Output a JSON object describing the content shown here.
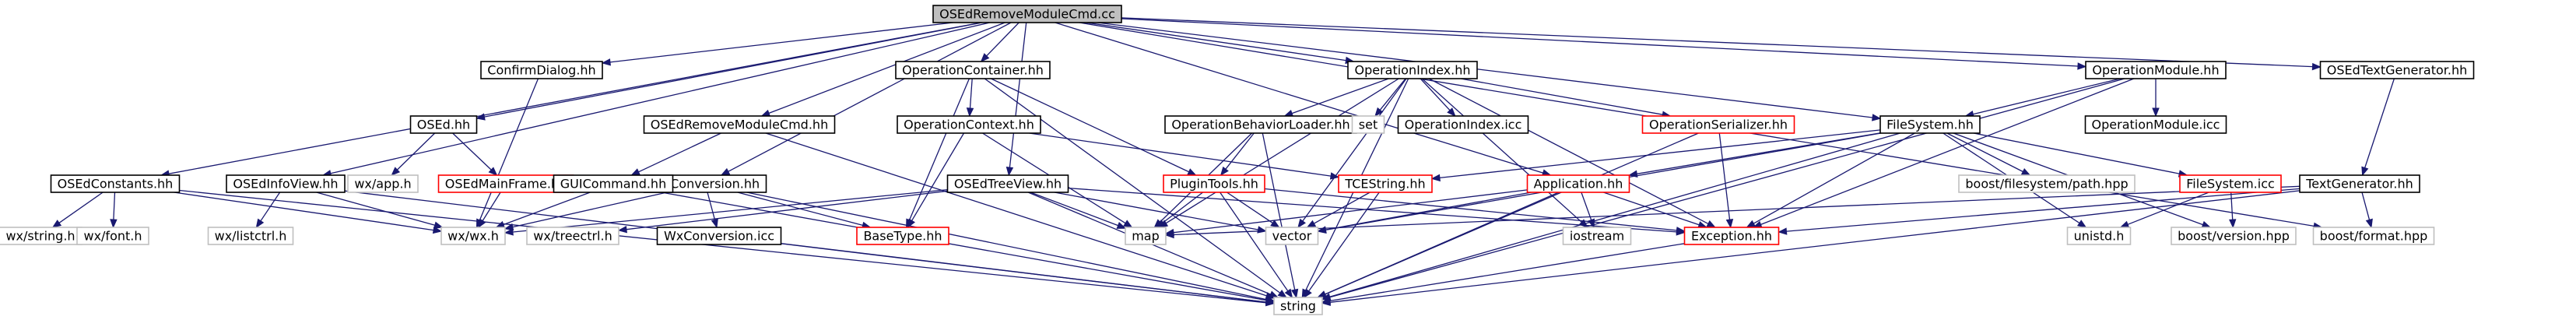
{
  "diagram": {
    "colors": {
      "edge": "#191970",
      "focus_fill": "#bfbfbf",
      "focus_border": "#000000",
      "normal_border": "#000000",
      "missing_border": "#bfbfbf",
      "truncated_border": "#ff0000",
      "text": "#000000"
    },
    "nodes": [
      {
        "id": "root",
        "label": "OSEdRemoveModuleCmd.cc",
        "style": "focus"
      },
      {
        "id": "constants",
        "label": "OSEdConstants.hh",
        "style": "normal"
      },
      {
        "id": "infoview",
        "label": "OSEdInfoView.hh",
        "style": "normal"
      },
      {
        "id": "confirm",
        "label": "ConfirmDialog.hh",
        "style": "normal"
      },
      {
        "id": "osed",
        "label": "OSEd.hh",
        "style": "normal"
      },
      {
        "id": "removecmdhh",
        "label": "OSEdRemoveModuleCmd.hh",
        "style": "normal"
      },
      {
        "id": "wxconv",
        "label": "WxConversion.hh",
        "style": "normal"
      },
      {
        "id": "opcontainer",
        "label": "OperationContainer.hh",
        "style": "normal"
      },
      {
        "id": "treeview",
        "label": "OSEdTreeView.hh",
        "style": "normal"
      },
      {
        "id": "opindex",
        "label": "OperationIndex.hh",
        "style": "normal"
      },
      {
        "id": "application",
        "label": "Application.hh",
        "style": "truncated"
      },
      {
        "id": "filesystem",
        "label": "FileSystem.hh",
        "style": "normal"
      },
      {
        "id": "opmodule",
        "label": "OperationModule.hh",
        "style": "normal"
      },
      {
        "id": "textgenhh",
        "label": "OSEdTextGenerator.hh",
        "style": "normal"
      },
      {
        "id": "wxapp",
        "label": "wx/app.h",
        "style": "missing"
      },
      {
        "id": "mainframe",
        "label": "OSEdMainFrame.hh",
        "style": "truncated"
      },
      {
        "id": "guicommand",
        "label": "GUICommand.hh",
        "style": "normal"
      },
      {
        "id": "opcontext",
        "label": "OperationContext.hh",
        "style": "normal"
      },
      {
        "id": "behaviorloader",
        "label": "OperationBehaviorLoader.hh",
        "style": "normal"
      },
      {
        "id": "set",
        "label": "set",
        "style": "missing"
      },
      {
        "id": "opindexicc",
        "label": "OperationIndex.icc",
        "style": "normal"
      },
      {
        "id": "serializer",
        "label": "OperationSerializer.hh",
        "style": "truncated"
      },
      {
        "id": "opmoduleicc",
        "label": "OperationModule.icc",
        "style": "normal"
      },
      {
        "id": "pathhpp",
        "label": "boost/filesystem/path.hpp",
        "style": "missing"
      },
      {
        "id": "filesystemicc",
        "label": "FileSystem.icc",
        "style": "truncated"
      },
      {
        "id": "textgenerator",
        "label": "TextGenerator.hh",
        "style": "normal"
      },
      {
        "id": "wxstring",
        "label": "wx/string.h",
        "style": "missing"
      },
      {
        "id": "wxfont",
        "label": "wx/font.h",
        "style": "missing"
      },
      {
        "id": "wxlistctrl",
        "label": "wx/listctrl.h",
        "style": "missing"
      },
      {
        "id": "wxwx",
        "label": "wx/wx.h",
        "style": "missing"
      },
      {
        "id": "wxtreectrl",
        "label": "wx/treectrl.h",
        "style": "missing"
      },
      {
        "id": "wxconvicc",
        "label": "WxConversion.icc",
        "style": "normal"
      },
      {
        "id": "basetype",
        "label": "BaseType.hh",
        "style": "truncated"
      },
      {
        "id": "plugintools",
        "label": "PluginTools.hh",
        "style": "truncated"
      },
      {
        "id": "map",
        "label": "map",
        "style": "missing"
      },
      {
        "id": "tcestring",
        "label": "TCEString.hh",
        "style": "truncated"
      },
      {
        "id": "vector",
        "label": "vector",
        "style": "missing"
      },
      {
        "id": "iostream",
        "label": "iostream",
        "style": "missing"
      },
      {
        "id": "exception",
        "label": "Exception.hh",
        "style": "truncated"
      },
      {
        "id": "unistd",
        "label": "unistd.h",
        "style": "missing"
      },
      {
        "id": "boostversion",
        "label": "boost/version.hpp",
        "style": "missing"
      },
      {
        "id": "boostformat",
        "label": "boost/format.hpp",
        "style": "missing"
      },
      {
        "id": "string",
        "label": "string",
        "style": "missing"
      }
    ],
    "edges": [
      [
        "root",
        "constants"
      ],
      [
        "root",
        "infoview"
      ],
      [
        "root",
        "confirm"
      ],
      [
        "root",
        "osed"
      ],
      [
        "root",
        "removecmdhh"
      ],
      [
        "root",
        "wxconv"
      ],
      [
        "root",
        "opcontainer"
      ],
      [
        "root",
        "treeview"
      ],
      [
        "root",
        "opindex"
      ],
      [
        "root",
        "application"
      ],
      [
        "root",
        "filesystem"
      ],
      [
        "root",
        "opmodule"
      ],
      [
        "root",
        "textgenhh"
      ],
      [
        "root",
        "boostformat"
      ],
      [
        "constants",
        "wxstring"
      ],
      [
        "constants",
        "wxfont"
      ],
      [
        "constants",
        "wxwx"
      ],
      [
        "constants",
        "string"
      ],
      [
        "infoview",
        "wxlistctrl"
      ],
      [
        "infoview",
        "wxwx"
      ],
      [
        "infoview",
        "string"
      ],
      [
        "confirm",
        "wxwx"
      ],
      [
        "osed",
        "wxapp"
      ],
      [
        "osed",
        "mainframe"
      ],
      [
        "mainframe",
        "wxwx"
      ],
      [
        "removecmdhh",
        "guicommand"
      ],
      [
        "removecmdhh",
        "string"
      ],
      [
        "guicommand",
        "wxwx"
      ],
      [
        "guicommand",
        "string"
      ],
      [
        "wxconv",
        "wxwx"
      ],
      [
        "wxconv",
        "wxconvicc"
      ],
      [
        "wxconv",
        "basetype"
      ],
      [
        "wxconv",
        "string"
      ],
      [
        "wxconvicc",
        "string"
      ],
      [
        "opcontainer",
        "opcontext"
      ],
      [
        "opcontainer",
        "plugintools"
      ],
      [
        "opcontainer",
        "basetype"
      ],
      [
        "opcontainer",
        "string"
      ],
      [
        "opcontext",
        "basetype"
      ],
      [
        "opcontext",
        "map"
      ],
      [
        "opcontext",
        "tcestring"
      ],
      [
        "treeview",
        "wxwx"
      ],
      [
        "treeview",
        "wxtreectrl"
      ],
      [
        "treeview",
        "map"
      ],
      [
        "treeview",
        "vector"
      ],
      [
        "treeview",
        "exception"
      ],
      [
        "treeview",
        "string"
      ],
      [
        "opindex",
        "behaviorloader"
      ],
      [
        "opindex",
        "set"
      ],
      [
        "opindex",
        "opindexicc"
      ],
      [
        "opindex",
        "serializer"
      ],
      [
        "opindex",
        "map"
      ],
      [
        "opindex",
        "vector"
      ],
      [
        "opindex",
        "iostream"
      ],
      [
        "opindex",
        "exception"
      ],
      [
        "opindex",
        "string"
      ],
      [
        "behaviorloader",
        "plugintools"
      ],
      [
        "behaviorloader",
        "map"
      ],
      [
        "behaviorloader",
        "string"
      ],
      [
        "plugintools",
        "map"
      ],
      [
        "plugintools",
        "vector"
      ],
      [
        "plugintools",
        "exception"
      ],
      [
        "plugintools",
        "string"
      ],
      [
        "tcestring",
        "vector"
      ],
      [
        "tcestring",
        "string"
      ],
      [
        "serializer",
        "exception"
      ],
      [
        "serializer",
        "string"
      ],
      [
        "application",
        "map"
      ],
      [
        "application",
        "vector"
      ],
      [
        "application",
        "iostream"
      ],
      [
        "application",
        "exception"
      ],
      [
        "application",
        "string"
      ],
      [
        "filesystem",
        "tcestring"
      ],
      [
        "filesystem",
        "application"
      ],
      [
        "filesystem",
        "pathhpp"
      ],
      [
        "filesystem",
        "filesystemicc"
      ],
      [
        "filesystem",
        "unistd"
      ],
      [
        "filesystem",
        "boostversion"
      ],
      [
        "filesystem",
        "exception"
      ],
      [
        "filesystem",
        "vector"
      ],
      [
        "filesystem",
        "string"
      ],
      [
        "filesystemicc",
        "unistd"
      ],
      [
        "filesystemicc",
        "boostversion"
      ],
      [
        "opmodule",
        "filesystem"
      ],
      [
        "opmodule",
        "opmoduleicc"
      ],
      [
        "opmodule",
        "exception"
      ],
      [
        "opmodule",
        "string"
      ],
      [
        "textgenhh",
        "textgenerator"
      ],
      [
        "textgenerator",
        "boostformat"
      ],
      [
        "textgenerator",
        "exception"
      ],
      [
        "textgenerator",
        "map"
      ],
      [
        "textgenerator",
        "string"
      ],
      [
        "exception",
        "string"
      ]
    ]
  }
}
